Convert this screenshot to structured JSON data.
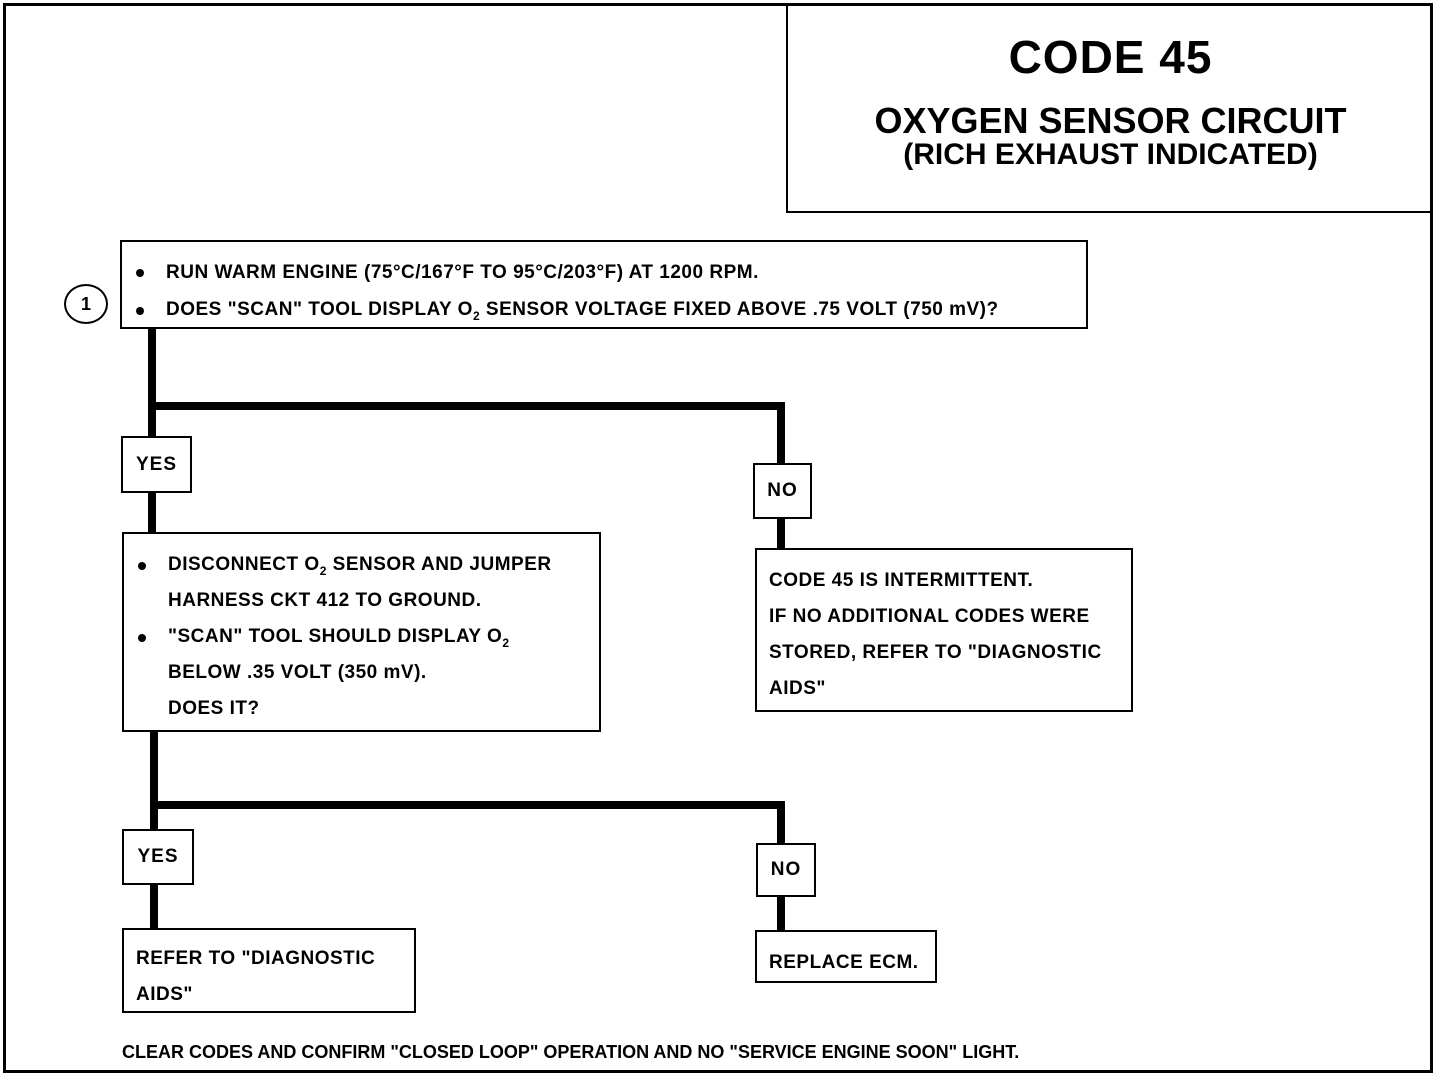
{
  "title": {
    "code": "CODE 45",
    "line1": "OXYGEN SENSOR CIRCUIT",
    "line2": "(RICH EXHAUST INDICATED)"
  },
  "step1": {
    "number": "1",
    "bullet1": "RUN WARM ENGINE  (75°C/167°F TO 95°C/203°F) AT 1200 RPM.",
    "bullet2_pre": "DOES \"SCAN\" TOOL DISPLAY O",
    "bullet2_sub": "2",
    "bullet2_post": " SENSOR  VOLTAGE  FIXED ABOVE .75 VOLT  (750 mV)?"
  },
  "branch1": {
    "yes": "YES",
    "no": "NO"
  },
  "step2": {
    "line1_pre": "DISCONNECT O",
    "line1_sub": "2",
    "line1_post": " SENSOR AND JUMPER",
    "line2": "HARNESS CKT 412 TO GROUND.",
    "line3_pre": "\"SCAN\" TOOL SHOULD DISPLAY O",
    "line3_sub": "2",
    "line4": "BELOW .35 VOLT  (350 mV).",
    "line5": "DOES IT?"
  },
  "intermittent": {
    "line1": "CODE 45 IS INTERMITTENT.",
    "line2": "IF NO ADDITIONAL CODES WERE",
    "line3": "STORED, REFER TO  \"DIAGNOSTIC",
    "line4": "AIDS\""
  },
  "branch2": {
    "yes": "YES",
    "no": "NO"
  },
  "refer": {
    "line1": "REFER TO  \"DIAGNOSTIC",
    "line2": "AIDS\""
  },
  "replace": {
    "text": "REPLACE ECM."
  },
  "footer": "CLEAR CODES AND CONFIRM \"CLOSED LOOP\" OPERATION AND NO \"SERVICE ENGINE SOON\" LIGHT."
}
